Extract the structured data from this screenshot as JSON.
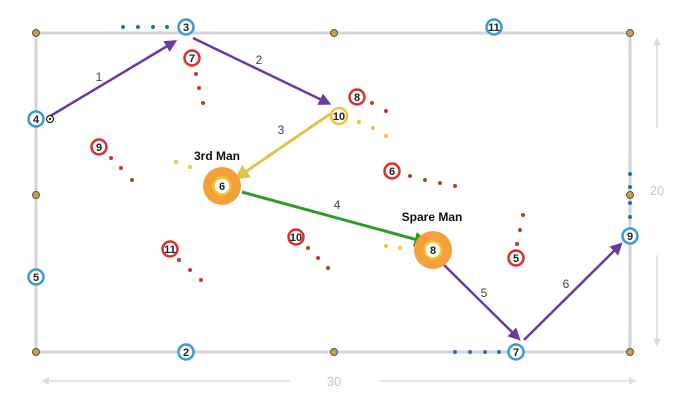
{
  "diagram": {
    "blue_players": [
      "2",
      "3",
      "4",
      "5",
      "7",
      "9",
      "11"
    ],
    "red_players": [
      "7",
      "8",
      "9",
      "6",
      "10",
      "11",
      "5"
    ],
    "yellow_player": "10",
    "highlighted_players": [
      "6",
      "8"
    ],
    "pass_labels": [
      "1",
      "2",
      "3",
      "4",
      "5",
      "6"
    ],
    "role_labels": {
      "third_man": "3rd Man",
      "spare_man": "Spare Man"
    },
    "dimensions": {
      "width": "30",
      "height": "20"
    },
    "colors": {
      "blue": "#3a9ad9",
      "red": "#d9312b",
      "yellow": "#f2c530",
      "orange": "#f5a03a",
      "purple": "#6b3aa0",
      "green": "#2e9a2e",
      "pitch_line": "#d4d4d4",
      "cone": "#c9a040"
    }
  }
}
